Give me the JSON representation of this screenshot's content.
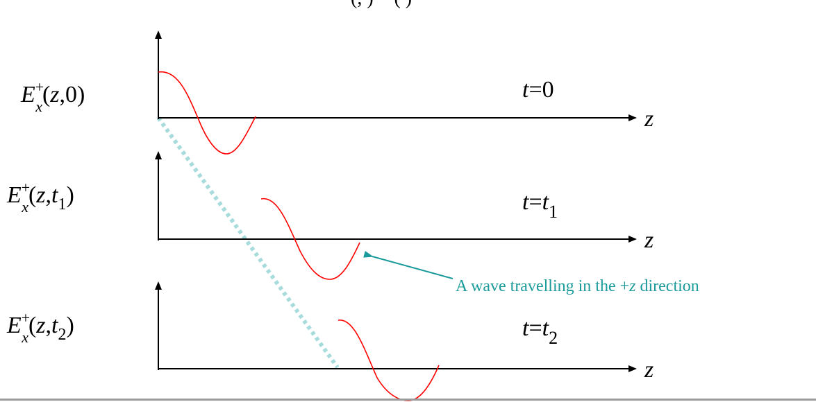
{
  "colors": {
    "wave": "#ff0000",
    "trace": "#a8dcdc",
    "annotation": "#1a9a9a",
    "axis": "#000000"
  },
  "top_caption": "(, ) = (   )",
  "panels": [
    {
      "label": {
        "E": "E",
        "sub": "x",
        "sup": "+",
        "open": "(",
        "var": "z",
        "sep": ",",
        "arg": "0",
        "arg_sub": "",
        "close": ")"
      },
      "time": {
        "t": "t",
        "eq": "=",
        "val": "0",
        "val_sub": ""
      },
      "axis_label": "z"
    },
    {
      "label": {
        "E": "E",
        "sub": "x",
        "sup": "+",
        "open": "(",
        "var": "z",
        "sep": ",",
        "arg": "t",
        "arg_sub": "1",
        "close": ")"
      },
      "time": {
        "t": "t",
        "eq": "=",
        "val": "t",
        "val_sub": "1"
      },
      "axis_label": "z"
    },
    {
      "label": {
        "E": "E",
        "sub": "x",
        "sup": "+",
        "open": "(",
        "var": "z",
        "sep": ",",
        "arg": "t",
        "arg_sub": "2",
        "close": ")"
      },
      "time": {
        "t": "t",
        "eq": "=",
        "val": "t",
        "val_sub": "2"
      },
      "axis_label": "z"
    }
  ],
  "annotation": {
    "before": "A wave travelling in the +",
    "var": "z",
    "after": " direction"
  }
}
